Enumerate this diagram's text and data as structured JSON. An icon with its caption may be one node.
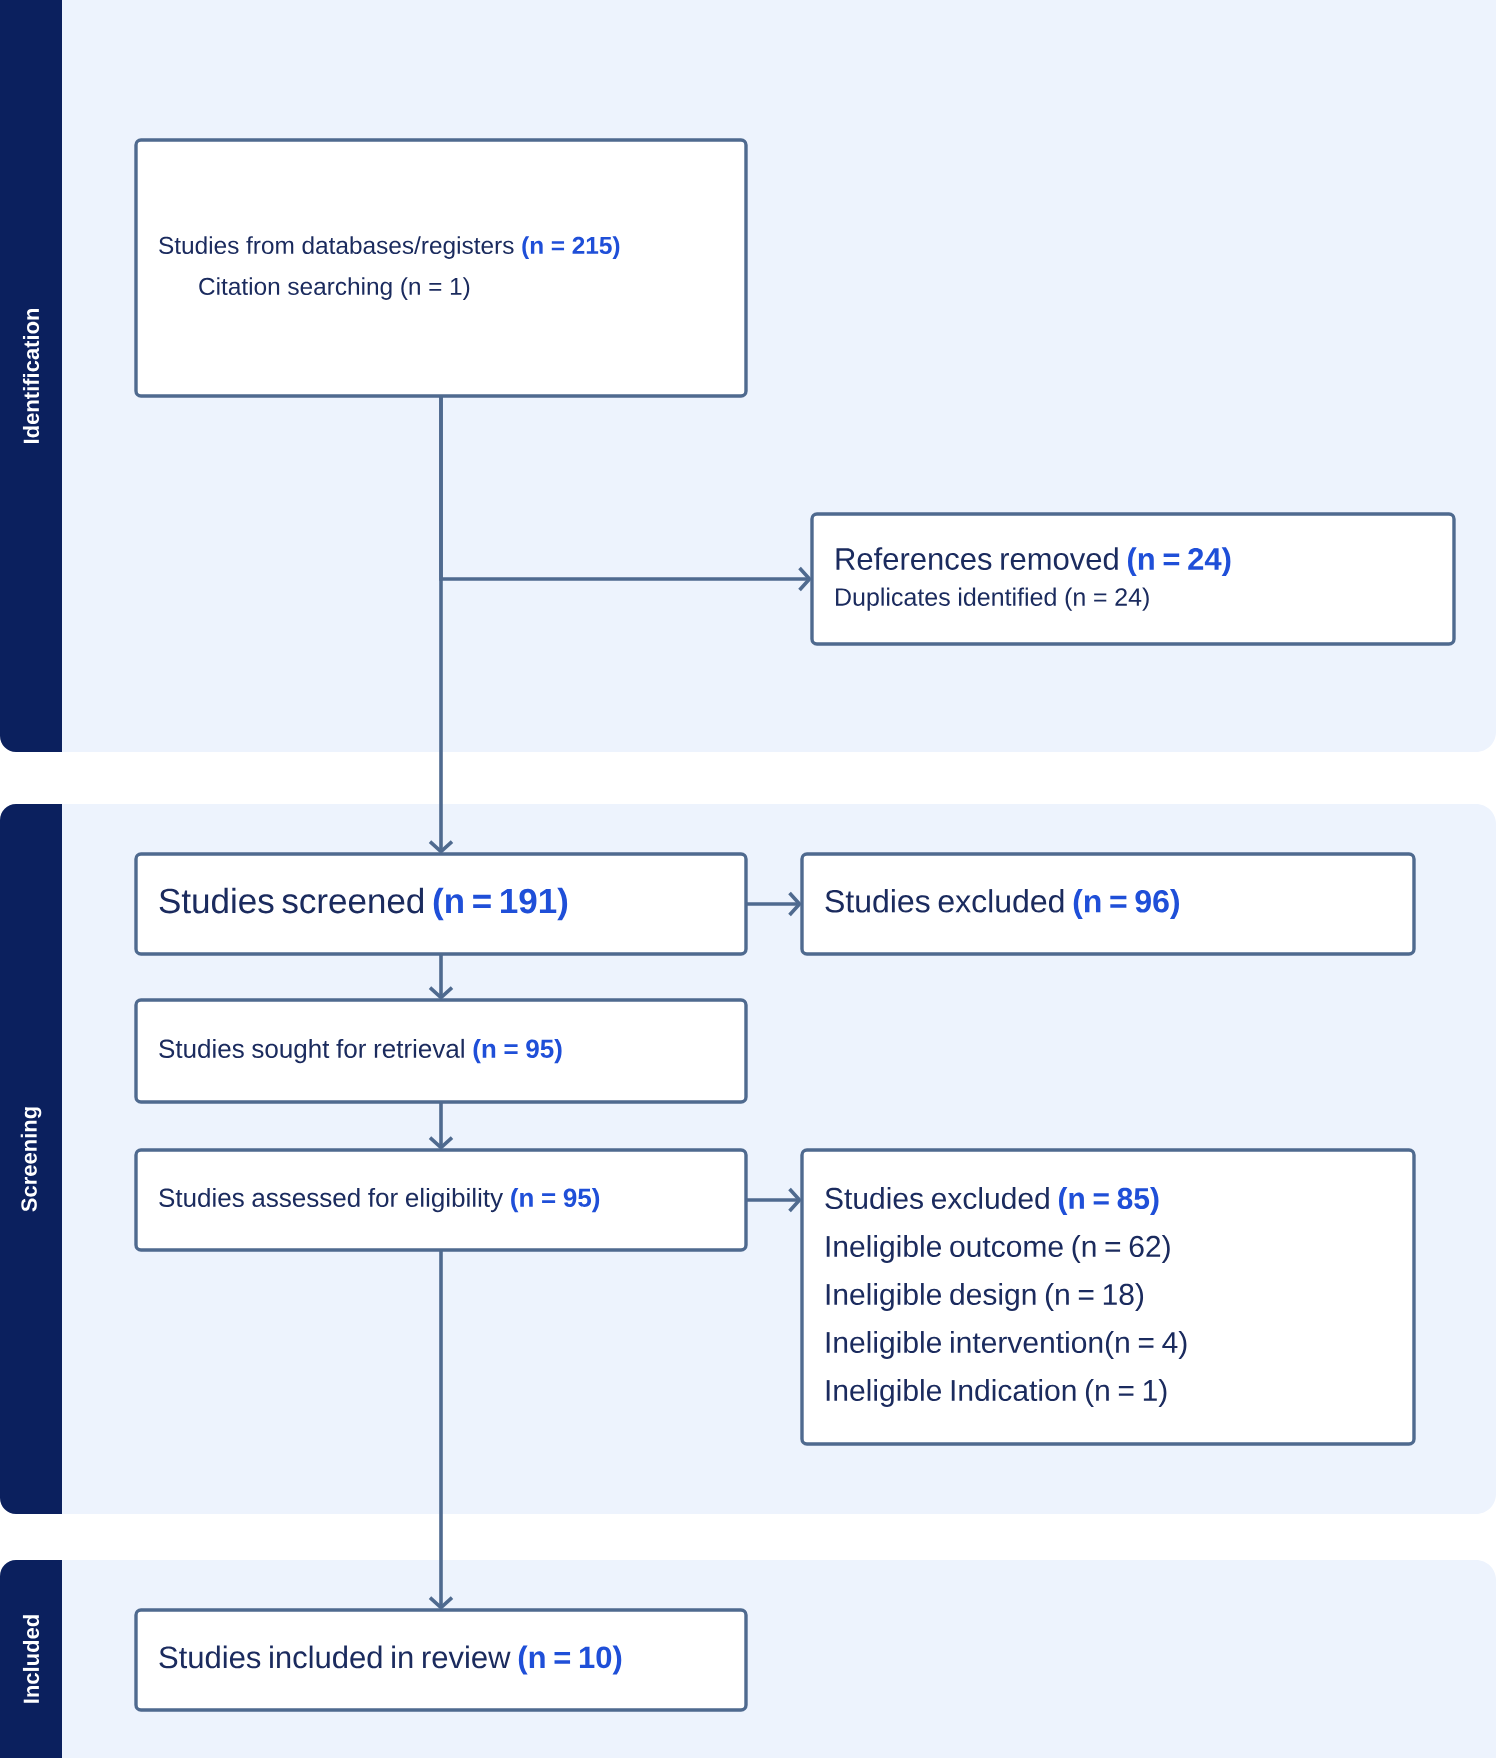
{
  "diagram": {
    "nodes": [
      {
        "text": [
          "Identification"
        ]
      },
      {
        "text": [
          "Studies from databases/registers **(n = 215)**",
          "Citation searching (n = 1)"
        ],
        "in": 0
      },
      {
        "text": [
          "References removed **(n = 24)**",
          "Duplicates identified (n = 24)"
        ],
        "in": 0
      },
      {
        "text": [
          "Screening"
        ]
      },
      {
        "text": [
          "Studies screened **(n = 191)**"
        ],
        "in": 3
      },
      {
        "text": [
          "Studies excluded **(n = 96)**"
        ],
        "in": 3
      },
      {
        "text": [
          "Studies sought for retrieval **(n = 95)**"
        ],
        "in": 3
      },
      {
        "text": [
          "Studies assessed for eligibility **(n = 95)**"
        ],
        "in": 3
      },
      {
        "text": [
          "Studies excluded **(n = 85)**",
          "Ineligible outcome (n = 62)",
          "Ineligible design (n = 18)",
          "Ineligible intervention(n = 4)",
          "Ineligible Indication (n = 1)"
        ],
        "in": 3
      },
      {
        "text": [
          "Included"
        ]
      },
      {
        "text": [
          "Studies included in review **(n = 10)**"
        ],
        "in": 9
      }
    ],
    "edges": [
      {
        "from": 1,
        "to": 4,
        "arrow": "to"
      },
      {
        "from": 1,
        "to": 2,
        "arrow": "to"
      },
      {
        "from": 4,
        "to": 5,
        "arrow": "to"
      },
      {
        "from": 4,
        "to": 6,
        "arrow": "to"
      },
      {
        "from": 6,
        "to": 7,
        "arrow": "to"
      },
      {
        "from": 7,
        "to": 8,
        "arrow": "to"
      },
      {
        "from": 7,
        "to": 10,
        "arrow": "to"
      }
    ]
  }
}
